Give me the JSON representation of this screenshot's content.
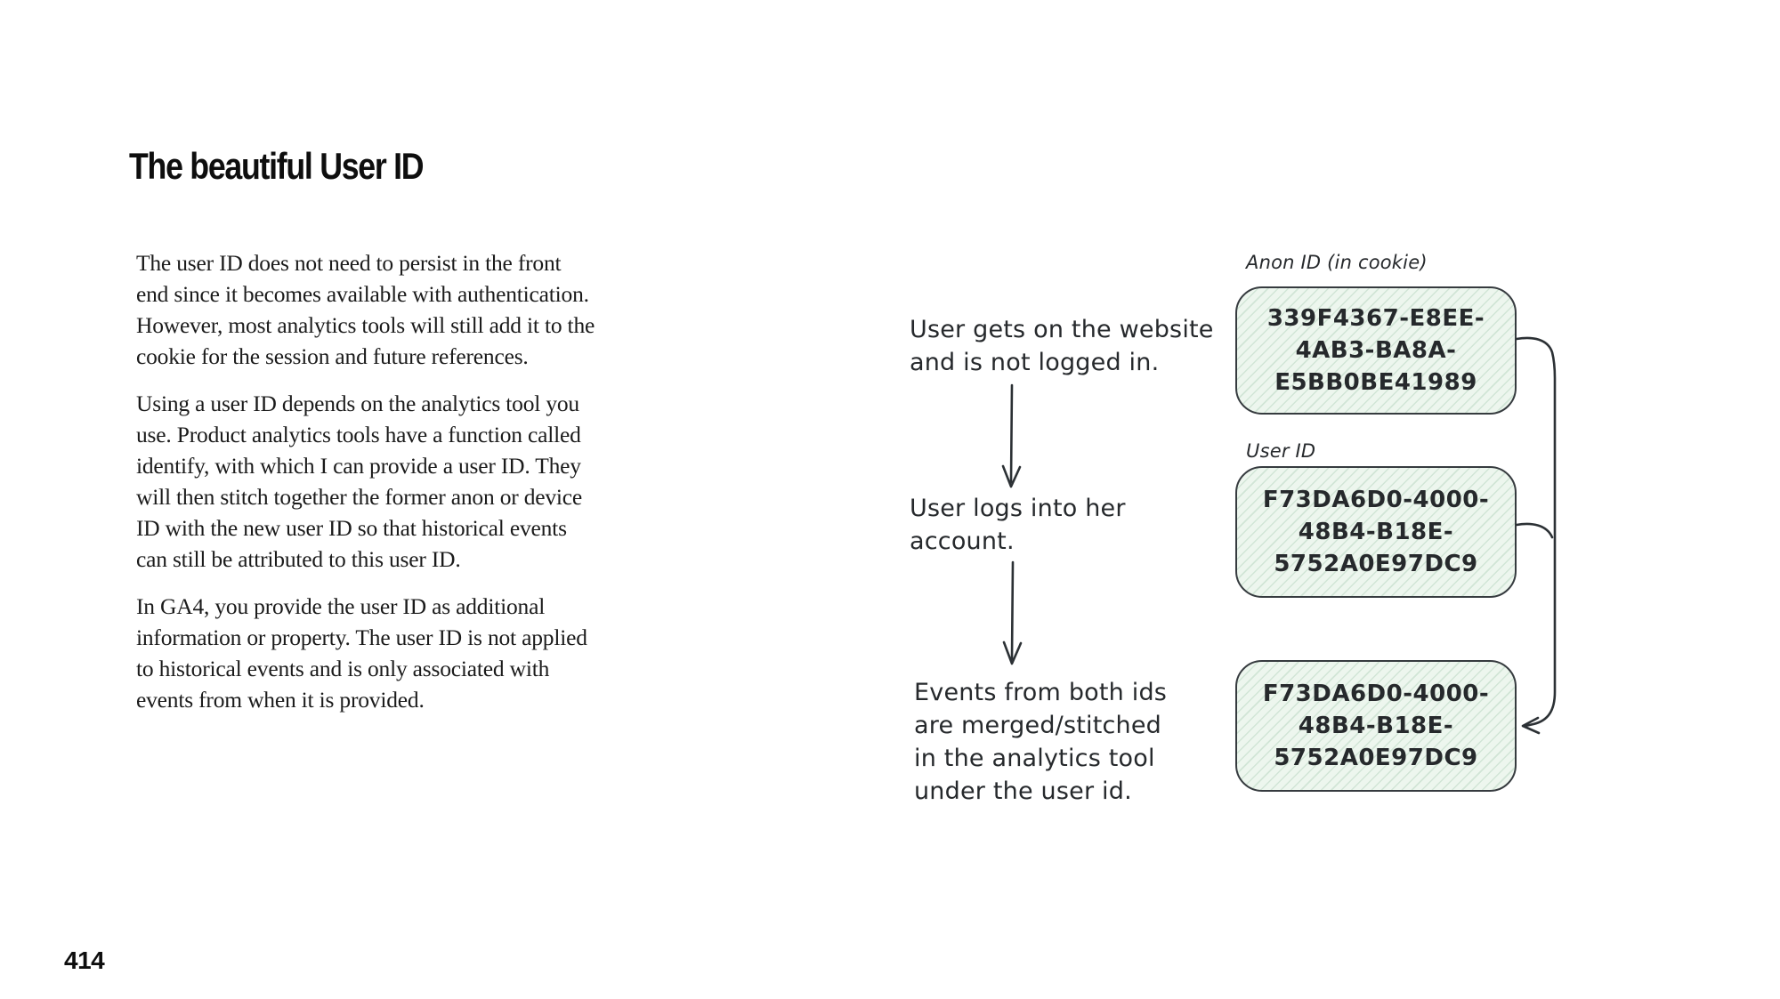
{
  "page": {
    "title": "The beautiful User ID",
    "page_number": "414"
  },
  "article": {
    "paragraphs": [
      {
        "text": "The user ID does not need to persist in the front\nend since it becomes available with authentication.\nHowever, most analytics tools will still add it to the\ncookie for the session and future references."
      },
      {
        "text": "Using a user ID depends on the analytics tool you\nuse. Product analytics tools have a function called\nidentify, with which I can provide a user ID. They\nwill then stitch together the former anon or device\nID with the new user ID so that historical events\ncan still be attributed to this user ID."
      },
      {
        "text": "In GA4, you provide the user ID as additional\ninformation or property. The user ID is not applied\nto historical events and is only associated with\nevents from when it is provided."
      }
    ]
  },
  "diagram": {
    "anon_id_label": "Anon ID (in cookie)",
    "user_id_label": "User ID",
    "boxes": [
      {
        "name": "anon-id",
        "value": "339F4367-E8EE-\n4AB3-BA8A-\nE5BB0BE41989"
      },
      {
        "name": "user-id",
        "value": "F73DA6D0-4000-\n48B4-B18E-\n5752A0E97DC9"
      },
      {
        "name": "merged-id",
        "value": "F73DA6D0-4000-\n48B4-B18E-\n5752A0E97DC9"
      }
    ],
    "steps": [
      {
        "text": "User gets on the website\nand is not logged in."
      },
      {
        "text": "User logs into her\naccount."
      },
      {
        "text": "Events from both ids\nare merged/stitched\nin the analytics tool\nunder the user id."
      }
    ],
    "colors": {
      "box_fill": "#edf6ee",
      "box_hatch": "#90be9e",
      "box_border": "#363b3f",
      "ink": "#26292c"
    }
  }
}
